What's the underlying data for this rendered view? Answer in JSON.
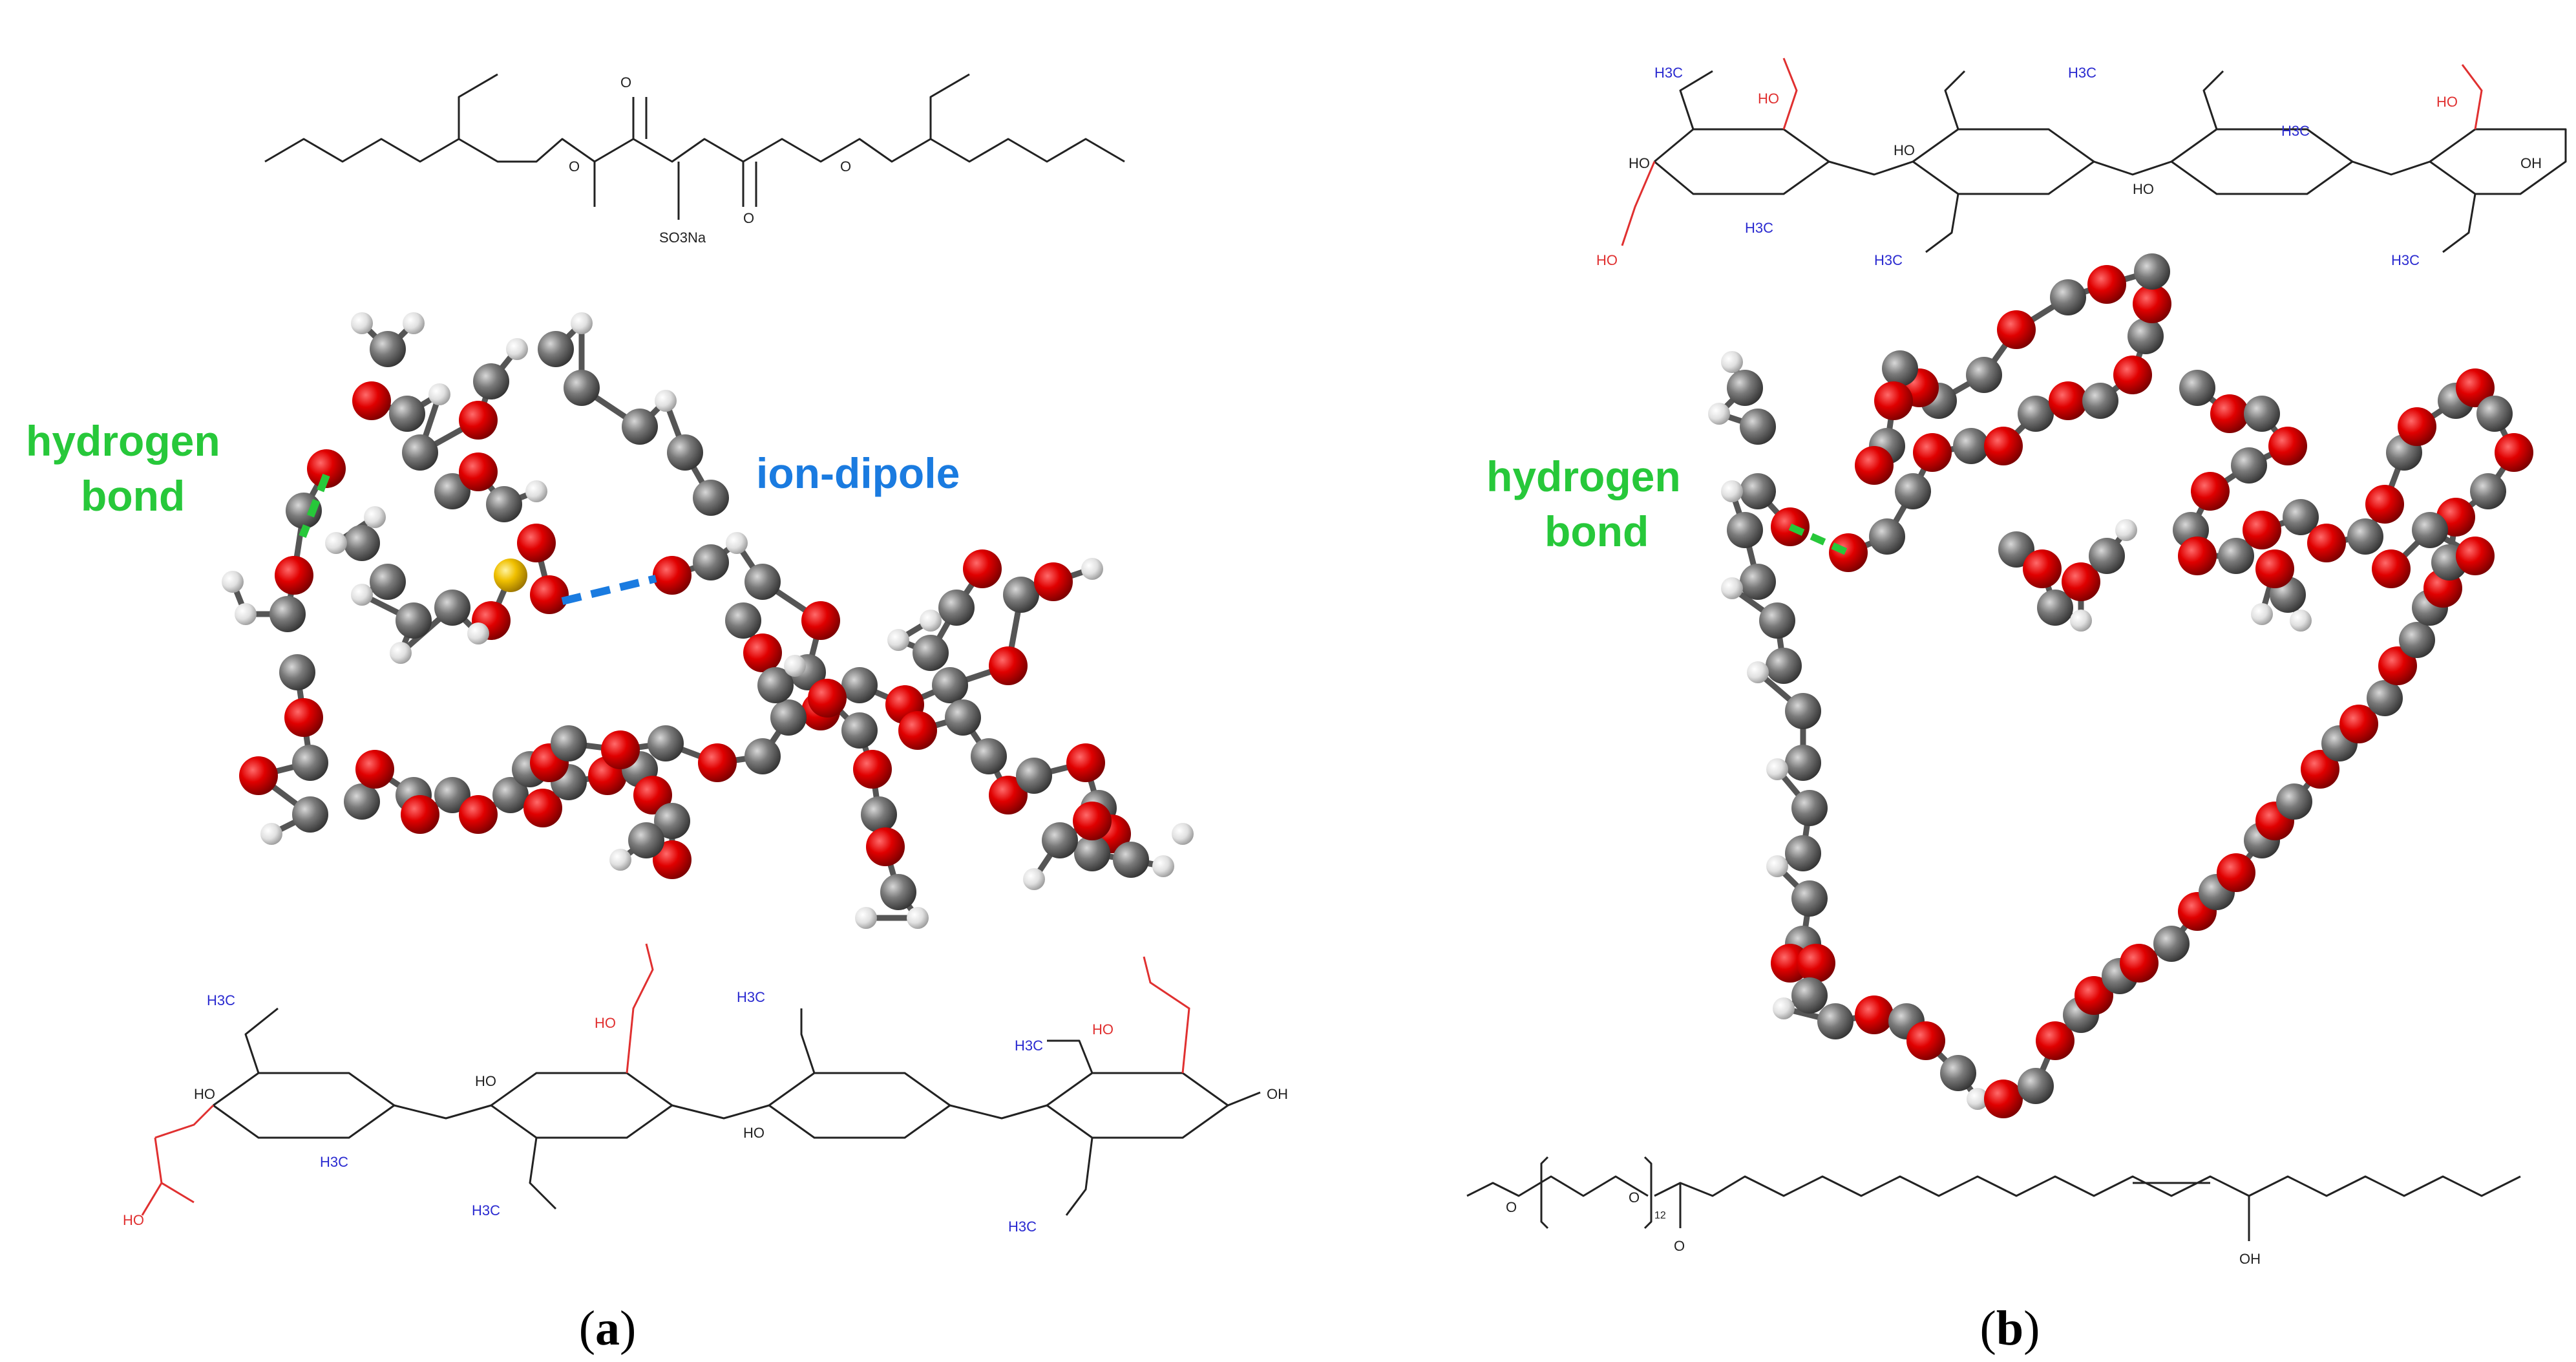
{
  "panels": [
    {
      "id": "a",
      "label_open": "(",
      "label_letter": "a",
      "label_close": ")"
    },
    {
      "id": "b",
      "label_open": "(",
      "label_letter": "b",
      "label_close": ")"
    }
  ],
  "annotations": {
    "panel_a_hbond": [
      "hydrogen",
      "bond"
    ],
    "panel_a_ion_dipole": "ion-dipole",
    "panel_b_hbond": [
      "hydrogen",
      "bond"
    ]
  },
  "structure_labels": {
    "docusate_salt": "SO3Na",
    "methyl": "H3C",
    "methoxy": "O",
    "hydroxyl": "HO",
    "hydroxyl_r": "OH",
    "peg_repeat": "12",
    "carbonyl_o": "O",
    "ricinoleate_oh": "OH"
  },
  "colors": {
    "hbond": "#27c83a",
    "ion_dipole": "#1a7be0",
    "oxygen": "#e00000",
    "carbon": "#7a7a7a",
    "hydrogen": "#e6e6e6",
    "sulfur": "#f0c000",
    "hydroxypropyl_group": "#e03030",
    "methyl_group": "#2a2ad0"
  }
}
